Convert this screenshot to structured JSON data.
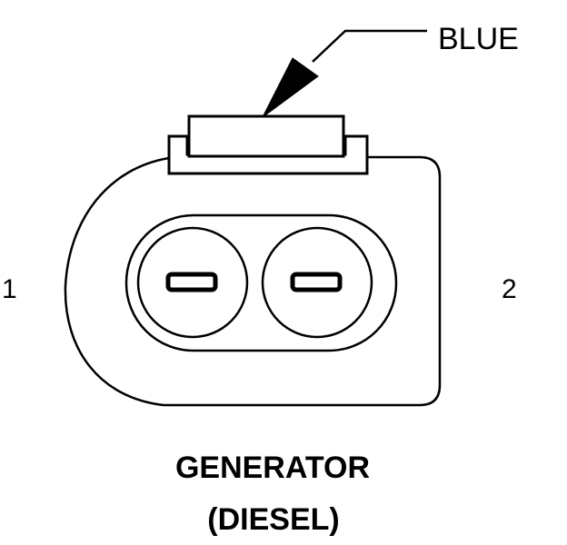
{
  "wire_color_label": "BLUE",
  "pin_labels": {
    "left": "1",
    "right": "2"
  },
  "caption": {
    "line1": "GENERATOR",
    "line2": "(DIESEL)"
  },
  "colors": {
    "ink": "#000000",
    "paper": "#ffffff"
  }
}
